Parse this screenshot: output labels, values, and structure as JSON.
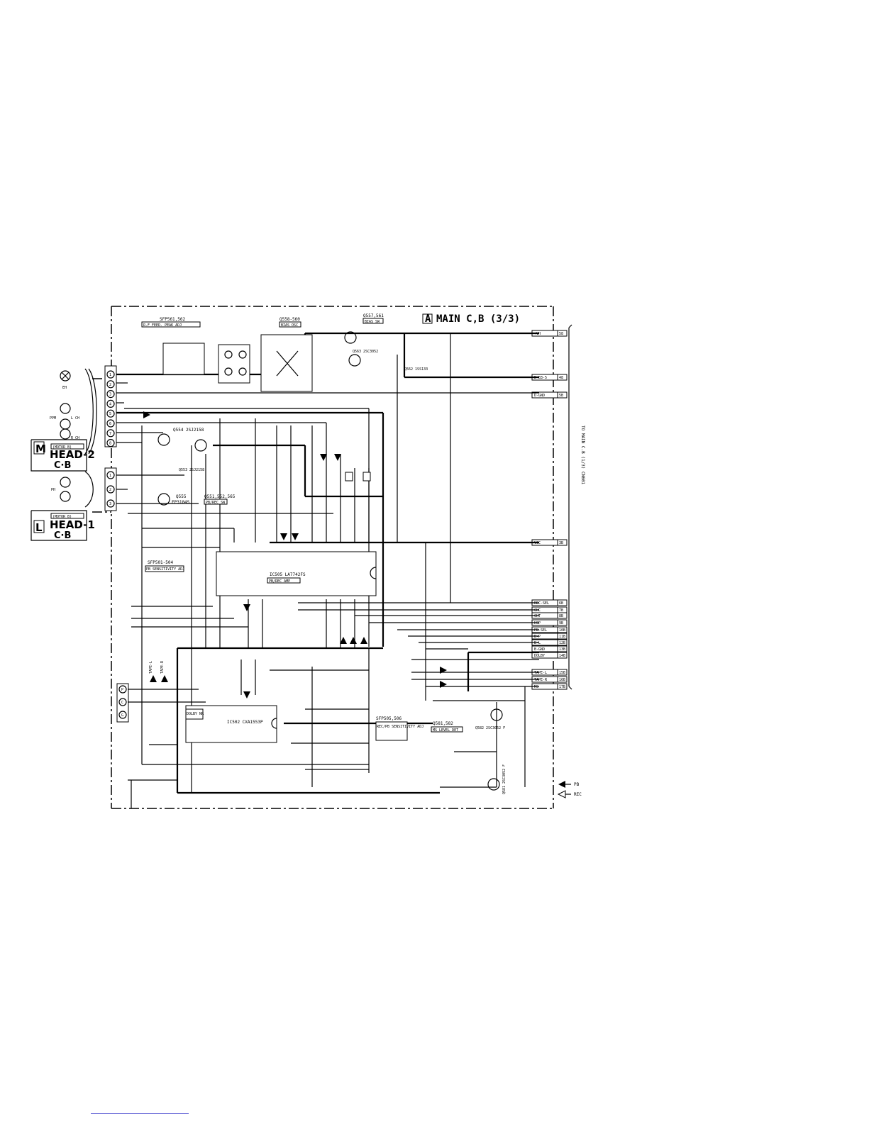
{
  "board": {
    "letter": "A",
    "title": "MAIN C,B (3/3)"
  },
  "heads": [
    {
      "letter": "M",
      "name": "HEAD-2",
      "board": "C·B",
      "sub": "(MOTOR B)"
    },
    {
      "letter": "L",
      "name": "HEAD-1",
      "board": "C·B",
      "sub": "(MOTOR B)"
    }
  ],
  "connectors": {
    "cn551_pins": [
      "1",
      "2",
      "3",
      "4",
      "5",
      "6",
      "7",
      "8"
    ],
    "cn501_pins": [
      "1",
      "2",
      "3"
    ],
    "cn503_pins": [
      "P",
      "C",
      "G"
    ]
  },
  "ports": [
    {
      "label": "+VH",
      "num": "58"
    },
    {
      "label": "D-B3-5",
      "num": "48"
    },
    {
      "label": "D-GND",
      "num": "5B"
    },
    {
      "label": "VCC",
      "num": "3B"
    },
    {
      "label": "REC-SEL",
      "num": "6B"
    },
    {
      "label": "CHC",
      "num": "7B"
    },
    {
      "label": "CHT",
      "num": "8B"
    },
    {
      "label": "HSP",
      "num": "9B"
    },
    {
      "label": "PB-SEL",
      "num": "10B"
    },
    {
      "label": "B-P",
      "num": "11B"
    },
    {
      "label": "B-L",
      "num": "12B"
    },
    {
      "label": "B-GND",
      "num": "13B"
    },
    {
      "label": "DOLBY",
      "num": "14B"
    },
    {
      "label": "TAPE-L",
      "num": "15B"
    },
    {
      "label": "TAPE-R",
      "num": "16B"
    },
    {
      "label": "MS",
      "num": "17B"
    }
  ],
  "side_label": "TO MAIN C.B (1/3) CN601",
  "legend": [
    "PB",
    "REC"
  ],
  "texts": {
    "t1": "SFP561,562",
    "t2": "R.F FEED. PEAK ADJ",
    "t3": "Q558-560",
    "t4": "BIAS OSC",
    "t5": "Q557,561",
    "t6": "BIAS SW",
    "t7": "Q554 2SJ2158",
    "t8": "Q553 2SJ2158",
    "t9": "Q555",
    "t10": "FP3104S",
    "t11": "Q551,552,565",
    "t12": "PB/REC SW",
    "t13": "IC505 LA7742FS",
    "t14": "PB/REC AMP",
    "t15": "IC502 CXA1553P",
    "t16": "DOLBY NR",
    "t17": "SFP501-504",
    "t18": "PB SENSITIVITY ADJ",
    "t19": "SFP505,506",
    "t20": "REC/PB SENSITIVITY ADJ",
    "t21": "Q581,582",
    "t22": "MS LEVEL DET",
    "t23": "Q563 2SC3052",
    "t24": "Q562 1SS133",
    "t25": "Q582 2SC3052 F",
    "t26": "Q581 2SC3052 F",
    "t27": "EH",
    "t28": "R CH",
    "t29": "L CH",
    "t30": "PPM",
    "t31": "PH",
    "t32": "TAPE-L",
    "t33": "TAPE-R"
  }
}
